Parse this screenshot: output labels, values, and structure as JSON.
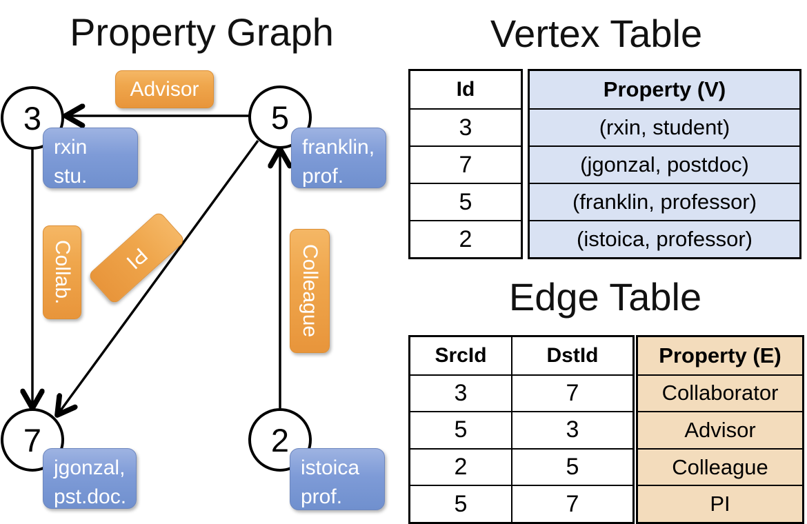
{
  "graph": {
    "title": "Property Graph",
    "nodes": [
      {
        "id": "3",
        "label_lines": [
          "rxin",
          "stu."
        ]
      },
      {
        "id": "5",
        "label_lines": [
          "franklin,",
          "prof."
        ]
      },
      {
        "id": "7",
        "label_lines": [
          "jgonzal,",
          "pst.doc."
        ]
      },
      {
        "id": "2",
        "label_lines": [
          "istoica",
          "prof."
        ]
      }
    ],
    "edge_labels": {
      "advisor": "Advisor",
      "collab": "Collab.",
      "pi": "PI",
      "colleague": "Colleague"
    },
    "edges": [
      {
        "src": "5",
        "dst": "3",
        "label": "Advisor"
      },
      {
        "src": "3",
        "dst": "7",
        "label": "Collab."
      },
      {
        "src": "5",
        "dst": "7",
        "label": "PI"
      },
      {
        "src": "2",
        "dst": "5",
        "label": "Colleague"
      }
    ]
  },
  "vertex_table": {
    "title": "Vertex Table",
    "id_header": "Id",
    "property_header": "Property (V)",
    "rows": [
      {
        "id": "3",
        "property": "(rxin, student)"
      },
      {
        "id": "7",
        "property": "(jgonzal, postdoc)"
      },
      {
        "id": "5",
        "property": "(franklin, professor)"
      },
      {
        "id": "2",
        "property": "(istoica, professor)"
      }
    ]
  },
  "edge_table": {
    "title": "Edge Table",
    "src_header": "SrcId",
    "dst_header": "DstId",
    "property_header": "Property (E)",
    "rows": [
      {
        "src": "3",
        "dst": "7",
        "property": "Collaborator"
      },
      {
        "src": "5",
        "dst": "3",
        "property": "Advisor"
      },
      {
        "src": "2",
        "dst": "5",
        "property": "Colleague"
      },
      {
        "src": "5",
        "dst": "7",
        "property": "PI"
      }
    ]
  },
  "colors": {
    "edge_label_orange": "#EFA64C",
    "node_property_blue": "#7E9BD7",
    "vertex_cell_blue": "#D9E2F3",
    "edge_cell_tan": "#F3DCBC",
    "line_black": "#000000"
  }
}
